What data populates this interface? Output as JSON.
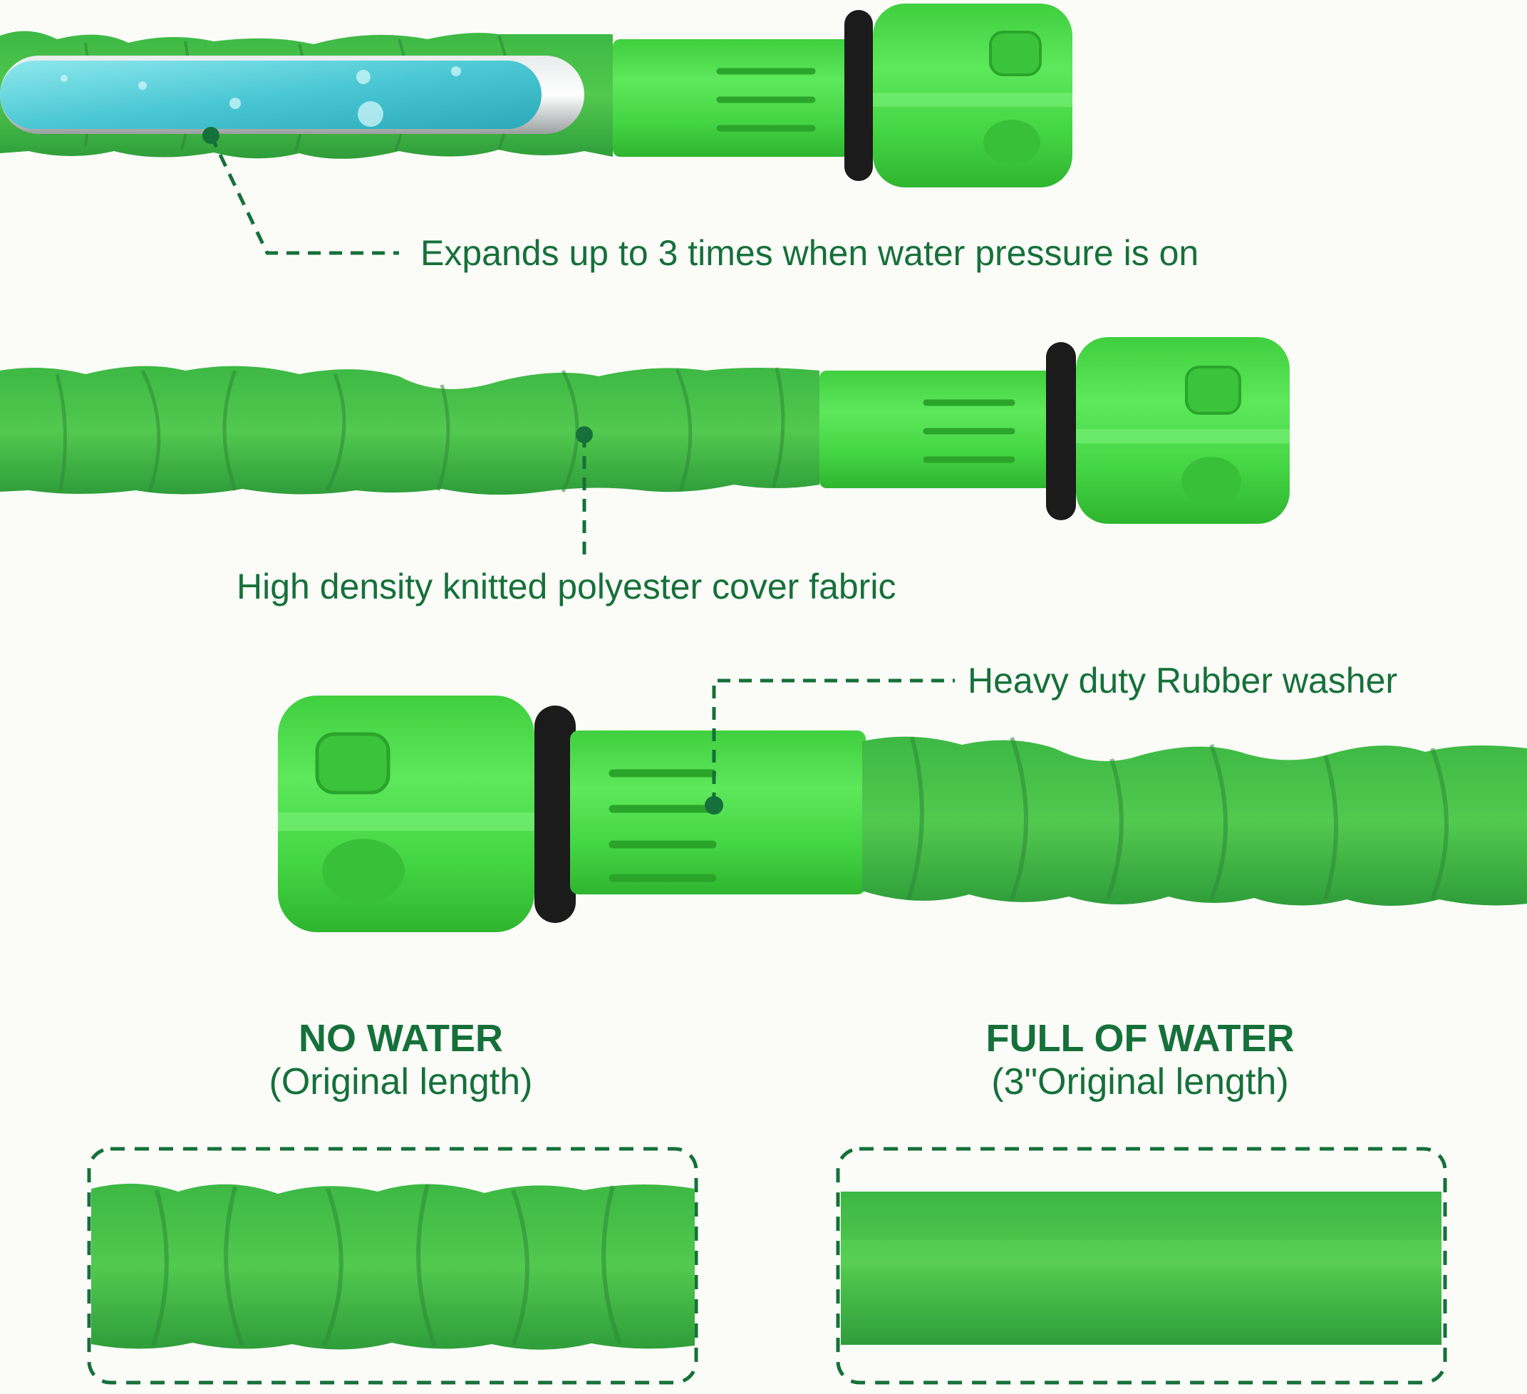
{
  "callouts": {
    "expands": "Expands up to 3 times when water pressure is on",
    "fabric": "High density knitted polyester cover fabric",
    "washer": "Heavy duty Rubber washer"
  },
  "comparison": {
    "no_water": {
      "title": "NO WATER",
      "subtitle": "(Original length)"
    },
    "full_water": {
      "title": "FULL OF WATER",
      "subtitle": "(3\"Original length)"
    }
  },
  "colors": {
    "text": "#16703a",
    "hose_green": "#3dbb45",
    "fitting_green": "#4fe04f",
    "washer": "#1b1b1b",
    "water": "#62d4dc"
  }
}
